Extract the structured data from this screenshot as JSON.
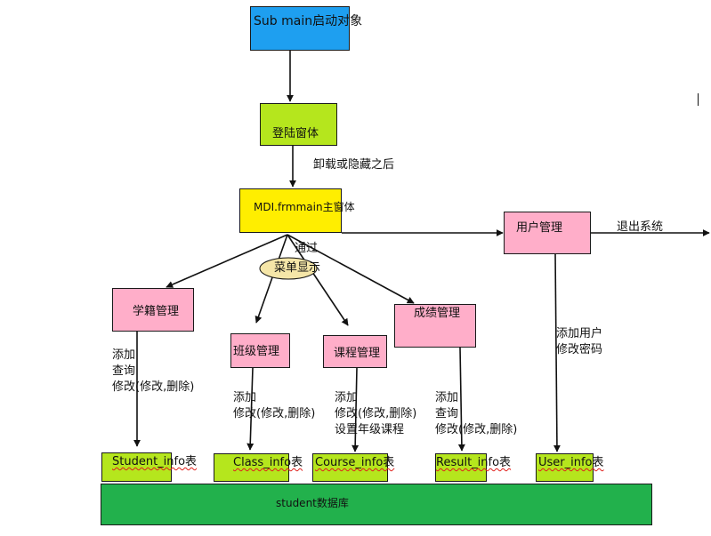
{
  "colors": {
    "blue": "#1e9ff0",
    "lime": "#b5e61d",
    "yellow": "#ffee00",
    "pink": "#ffaec9",
    "green": "#22b14c",
    "ellipse": "#f5e6a8",
    "line": "#111111"
  },
  "nodes": {
    "sub_main": "Sub  main启动对象",
    "login": "登陆窗体",
    "mdi": "MDI.frmmain主窗体",
    "user_mgmt": "用户管理",
    "student_mgmt": "学籍管理",
    "class_mgmt": "班级管理",
    "course_mgmt": "课程管理",
    "score_mgmt": "成绩管理",
    "student_table": "Student_info表",
    "class_table": "Class_info表",
    "course_table": "Course_info表",
    "result_table": "Result_info表",
    "user_table": "User_info表",
    "database": "student数据库"
  },
  "labels": {
    "unload": "卸载或隐藏之后",
    "exit": "退出系统",
    "via": "通过",
    "menu_show": "菜单显示",
    "student_ops": [
      "添加",
      "查询",
      "修改(修改,删除)"
    ],
    "class_ops": [
      "添加",
      "修改(修改,删除)"
    ],
    "course_ops": [
      "添加",
      "修改(修改,删除)",
      "设置年级课程"
    ],
    "score_ops": [
      "添加",
      "查询",
      "修改(修改,删除)"
    ],
    "user_ops": [
      "添加用户",
      "修改密码"
    ]
  }
}
